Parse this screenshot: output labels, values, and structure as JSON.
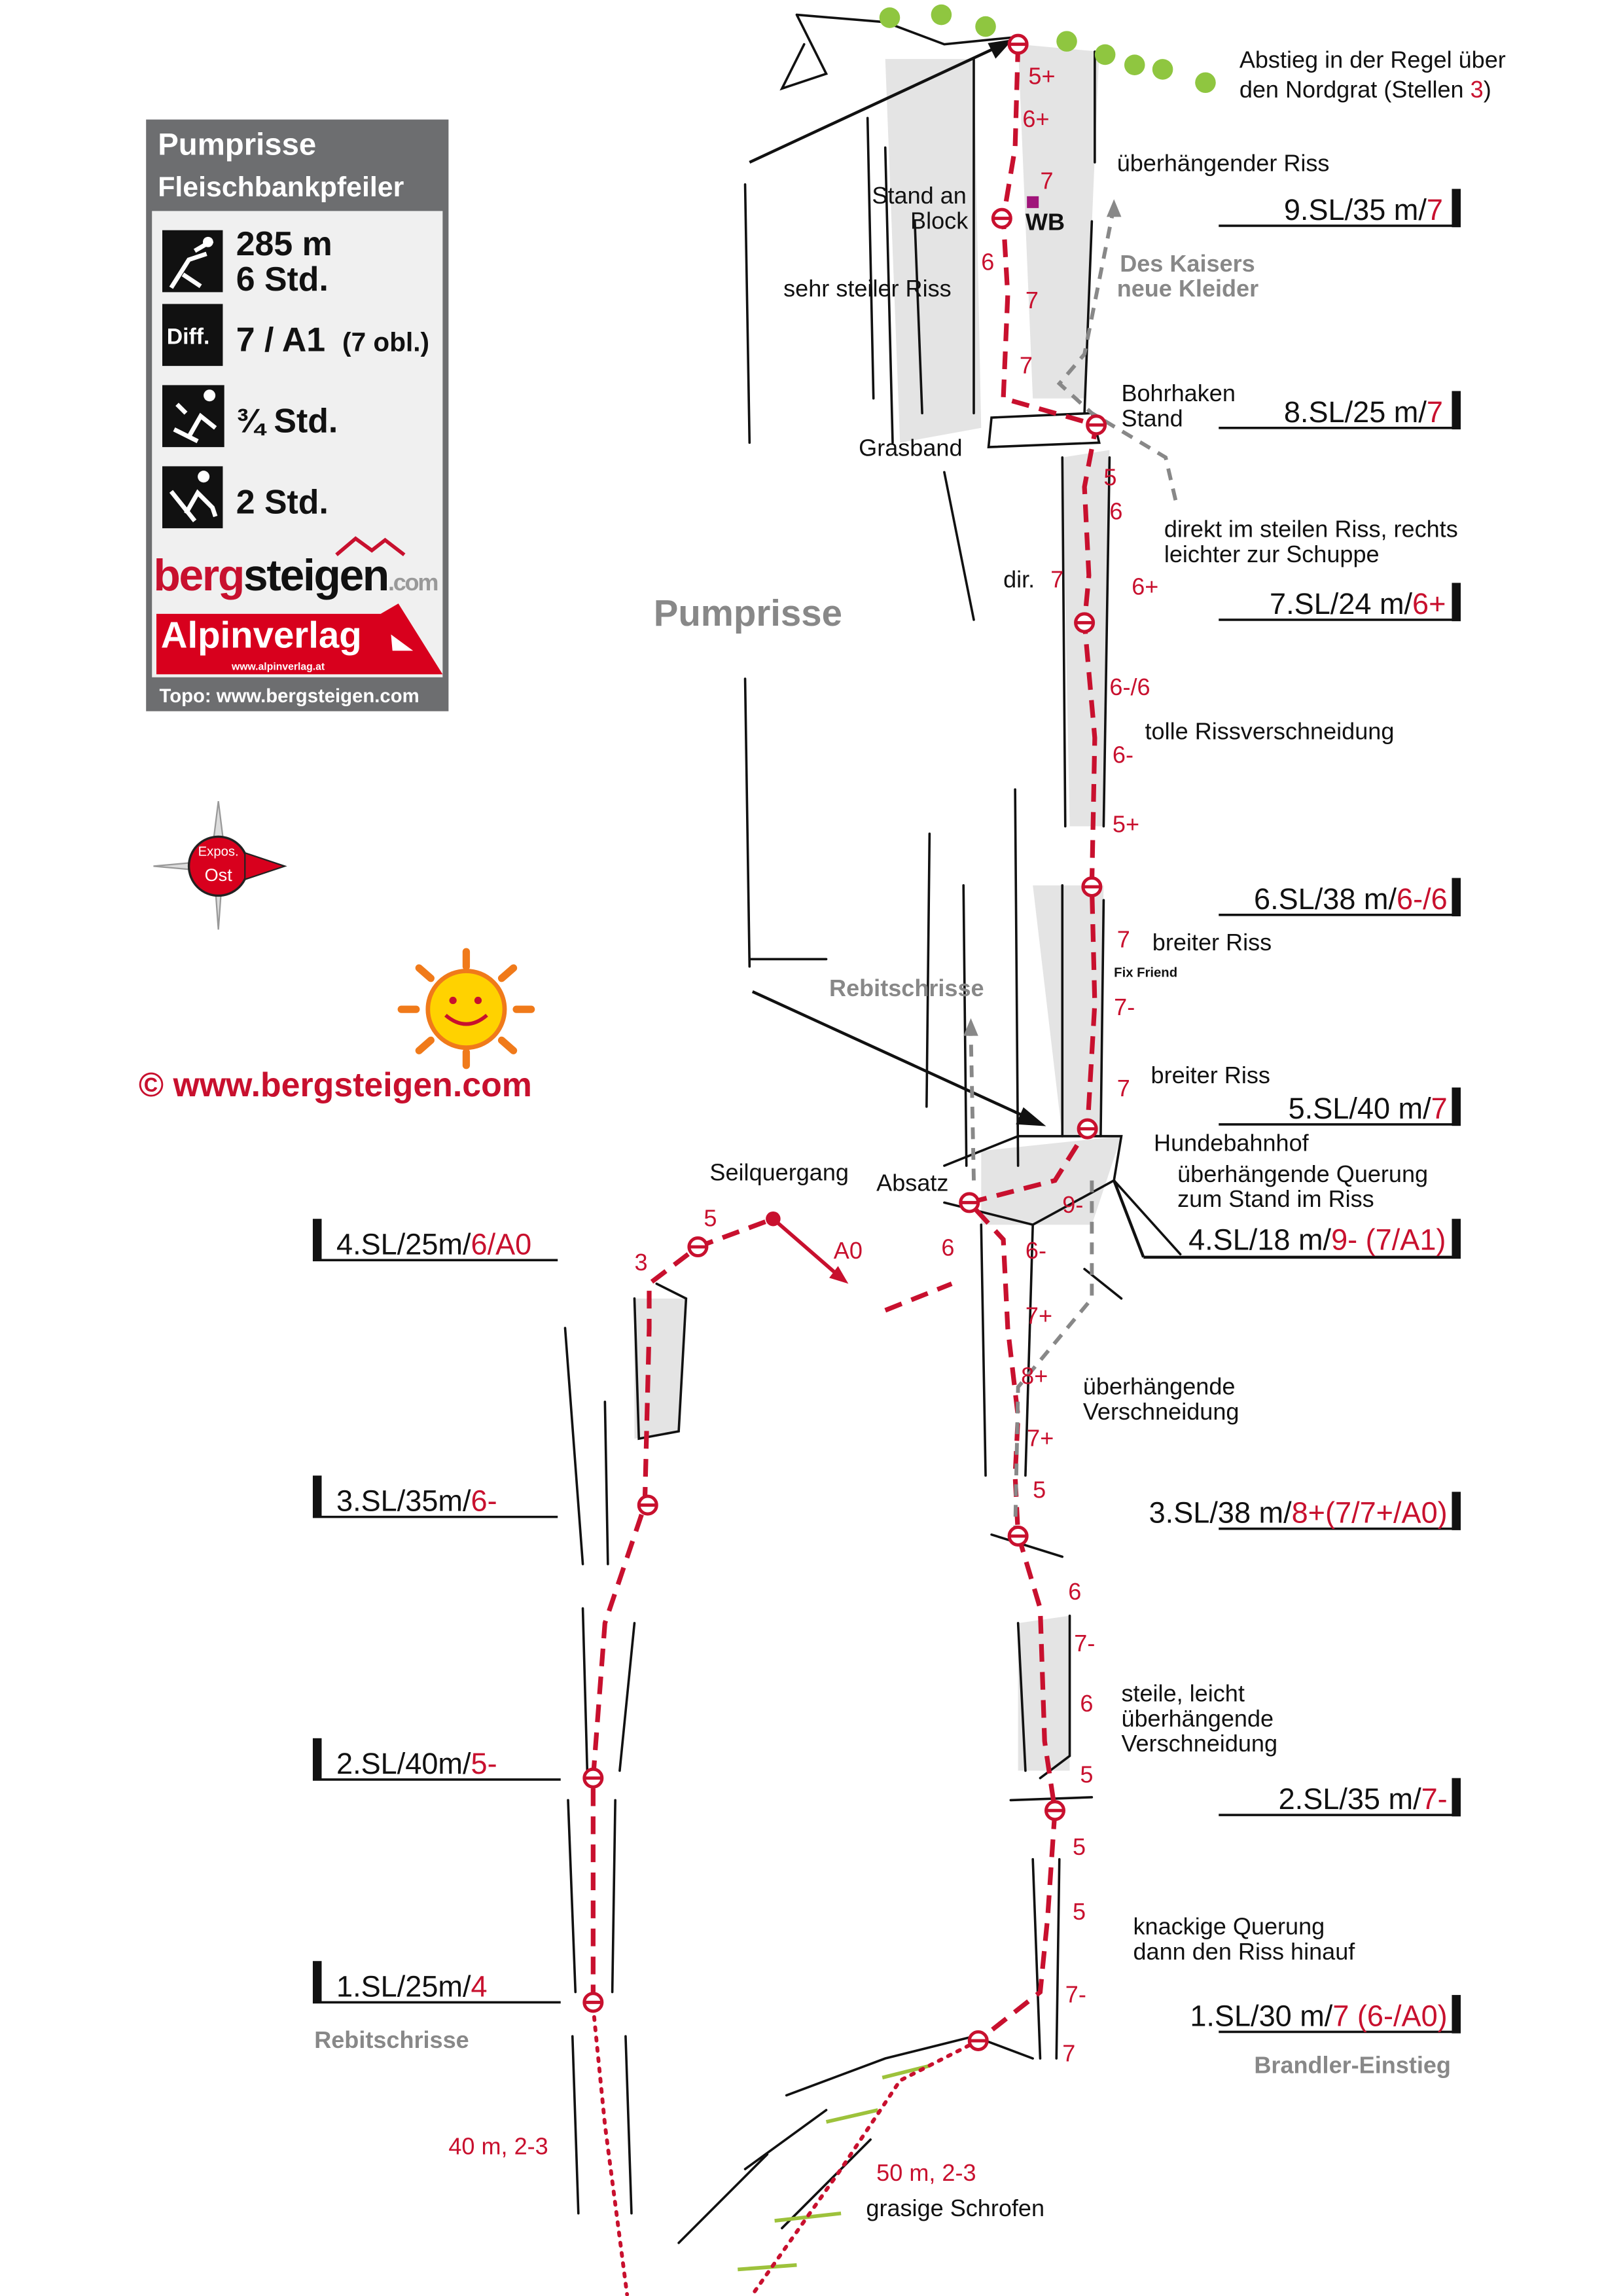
{
  "infobox": {
    "title": "Pumprisse",
    "subtitle": "Fleischbankpfeiler",
    "length": "285 m",
    "time": "6 Std.",
    "diff_label": "Diff.",
    "difficulty": "7 / A1",
    "difficulty_obl": "(7 obl.)",
    "approach": "¾ Std.",
    "descent": "2 Std.",
    "logo_berg": "berg",
    "logo_steigen": "steigen",
    "logo_com": ".com",
    "alpinverlag": "Alpinverlag",
    "alpinverlag_url": "www.alpinverlag.at",
    "topo_credit": "Topo: www.bergsteigen.com"
  },
  "compass": {
    "line1": "Expos.",
    "line2": "Ost"
  },
  "copyright": "©  www.bergsteigen.com",
  "route_name": "Pumprisse",
  "colors": {
    "red": "#c8102e",
    "gray_box": "#6d6e70",
    "green": "#9dc23b"
  },
  "pitches_right": [
    {
      "label": "9.SL/35 m/",
      "grade": "7"
    },
    {
      "label": "8.SL/25 m/",
      "grade": "7"
    },
    {
      "label": "7.SL/24 m/",
      "grade": "6+"
    },
    {
      "label": "6.SL/38 m/",
      "grade": "6-/6"
    },
    {
      "label": "5.SL/40 m/",
      "grade": "7"
    },
    {
      "label": "4.SL/18 m/",
      "grade": "9- (7/A1)"
    },
    {
      "label": "3.SL/38 m/",
      "grade": "8+(7/7+/A0)"
    },
    {
      "label": "2.SL/35 m/",
      "grade": "7-"
    },
    {
      "label": "1.SL/30 m/",
      "grade": "7 (6-/A0)"
    }
  ],
  "pitches_left": [
    {
      "label": "4.SL/25m/",
      "grade": "6/A0"
    },
    {
      "label": "3.SL/35m/",
      "grade": "6-"
    },
    {
      "label": "2.SL/40m/",
      "grade": "5-"
    },
    {
      "label": "1.SL/25m/",
      "grade": "4"
    }
  ],
  "notes": {
    "abstieg_1": "Abstieg in der Regel über",
    "abstieg_2": "den Nordgrat (Stellen ",
    "abstieg_3": "3",
    "abstieg_4": ")",
    "ueberhaengender_riss": "überhängender Riss",
    "stand_an": "Stand an",
    "block": "Block",
    "wb": "WB",
    "sehr_steiler": "sehr steiler Riss",
    "des_kaisers_1": "Des Kaisers",
    "des_kaisers_2": "neue Kleider",
    "bohrhaken": "Bohrhaken",
    "stand": "Stand",
    "grasband": "Grasband",
    "direkt_1": "direkt im steilen Riss, rechts",
    "direkt_2": "leichter zur Schuppe",
    "dir": "dir.",
    "tolle": "tolle Rissverschneidung",
    "breiter1": "breiter Riss",
    "fix_friend": "Fix Friend",
    "breiter2": "breiter Riss",
    "rebitschrisse_top": "Rebitschrisse",
    "hundebahnhof": "Hundebahnhof",
    "querung_1": "überhängende Querung",
    "querung_2": "zum Stand im Riss",
    "seilquergang": "Seilquergang",
    "absatz": "Absatz",
    "a0": "A0",
    "verschneidung_1": "überhängende",
    "verschneidung_2": "Verschneidung",
    "steile_1": "steile, leicht",
    "steile_2": "überhängende",
    "steile_3": "Verschneidung",
    "knackige_1": "knackige Querung",
    "knackige_2": "dann den Riss hinauf",
    "rebitschrisse_bottom": "Rebitschrisse",
    "brandler": "Brandler-Einstieg",
    "approach_left": "40 m, 2-3",
    "approach_right": "50 m, 2-3",
    "grasige": "grasige Schrofen"
  },
  "grades": [
    "5+",
    "6+",
    "7",
    "6",
    "7",
    "7",
    "5",
    "6",
    "7",
    "6+",
    "6-/6",
    "6-",
    "5+",
    "7",
    "7-",
    "7",
    "9-",
    "6-",
    "7+",
    "8+",
    "7+",
    "5",
    "6",
    "6",
    "7-",
    "6",
    "5",
    "5",
    "5",
    "7-",
    "7",
    "3",
    "5"
  ]
}
